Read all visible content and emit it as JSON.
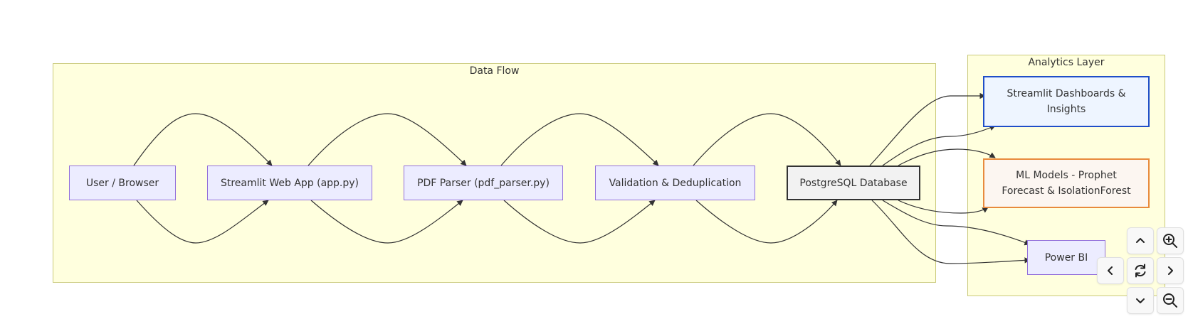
{
  "clusters": {
    "data_flow": {
      "title": "Data Flow"
    },
    "analytics": {
      "title": "Analytics Layer"
    }
  },
  "nodes": {
    "user": "User / Browser",
    "webapp": "Streamlit Web App (app.py)",
    "parser": "PDF Parser (pdf_parser.py)",
    "validation": "Validation & Deduplication",
    "database": "PostgreSQL Database",
    "dashboards": "Streamlit Dashboards &\nInsights",
    "ml": "ML Models - Prophet\nForecast & IsolationForest",
    "powerbi": "Power BI"
  },
  "controls": {
    "pan_up": "chevron-up-icon",
    "zoom_in": "zoom-in-icon",
    "pan_left": "chevron-left-icon",
    "reset": "reset-icon",
    "pan_right": "chevron-right-icon",
    "pan_down": "chevron-down-icon",
    "zoom_out": "zoom-out-icon"
  },
  "colors": {
    "cluster_fill": "#ffffde",
    "cluster_border": "#c9c97a",
    "node_fill": "#ececff",
    "node_border": "#9370db",
    "database_border": "#333333",
    "dashboards_border": "#1f4ec8",
    "ml_border": "#e88a3c",
    "edge": "#333333"
  }
}
